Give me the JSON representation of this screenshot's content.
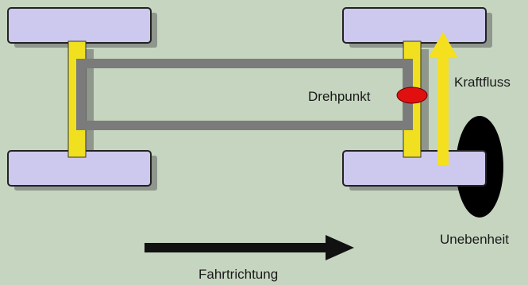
{
  "labels": {
    "pivot": "Drehpunkt",
    "force_flow": "Kraftfluss",
    "bump": "Unebenheit",
    "direction": "Fahrtrichtung"
  },
  "colors": {
    "background": "#c6d5c0",
    "wheel": "#ccc8ee",
    "shadow": "#8f968c",
    "axle": "#f0e020",
    "frame": "#7b7b7b",
    "pivot": "#e01010",
    "arrow": "#f5e020",
    "bump": "#000000"
  }
}
